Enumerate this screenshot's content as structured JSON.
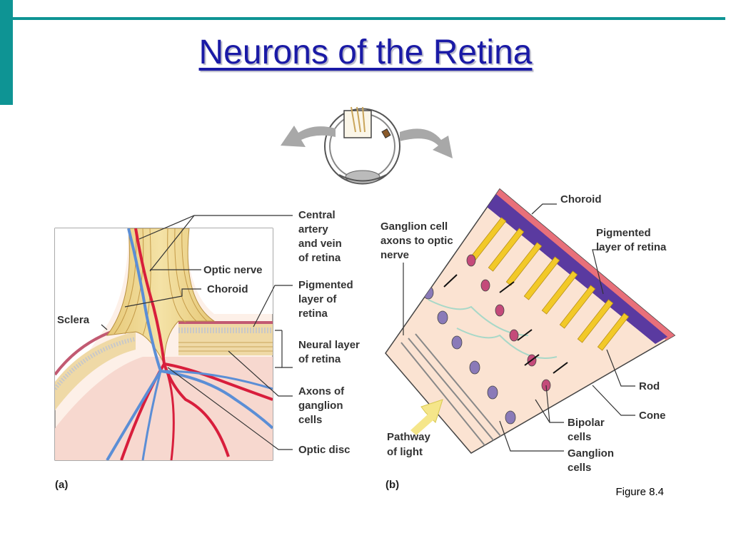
{
  "slide": {
    "title": "Neurons of the Retina",
    "caption": "Figure 8.4"
  },
  "panel_a": {
    "panel_label": "(a)",
    "labels": {
      "central_artery": [
        "Central",
        "artery",
        "and vein",
        "of retina"
      ],
      "optic_nerve": "Optic nerve",
      "choroid": "Choroid",
      "sclera": "Sclera",
      "pigmented": [
        "Pigmented",
        "layer of",
        "retina"
      ],
      "neural": [
        "Neural layer",
        "of retina"
      ],
      "axons": [
        "Axons of",
        "ganglion",
        "cells"
      ],
      "optic_disc": "Optic disc"
    }
  },
  "panel_b": {
    "panel_label": "(b)",
    "labels": {
      "ganglion_axons": [
        "Ganglion cell",
        "axons to optic",
        "nerve"
      ],
      "choroid": "Choroid",
      "pigmented": [
        "Pigmented",
        "layer of retina"
      ],
      "rod": "Rod",
      "cone": "Cone",
      "bipolar": [
        "Bipolar",
        "cells"
      ],
      "ganglion": [
        "Ganglion",
        "cells"
      ],
      "pathway": [
        "Pathway",
        "of light"
      ]
    }
  },
  "colors": {
    "accent": "#0e9494",
    "title": "#1a1aa6",
    "artery": "#d81e3c",
    "vein": "#5b8ed6",
    "nerve": "#e8cf7a",
    "choroid": "#e8707a",
    "pigment": "#5a3aa0",
    "rod": "#f2c928"
  }
}
